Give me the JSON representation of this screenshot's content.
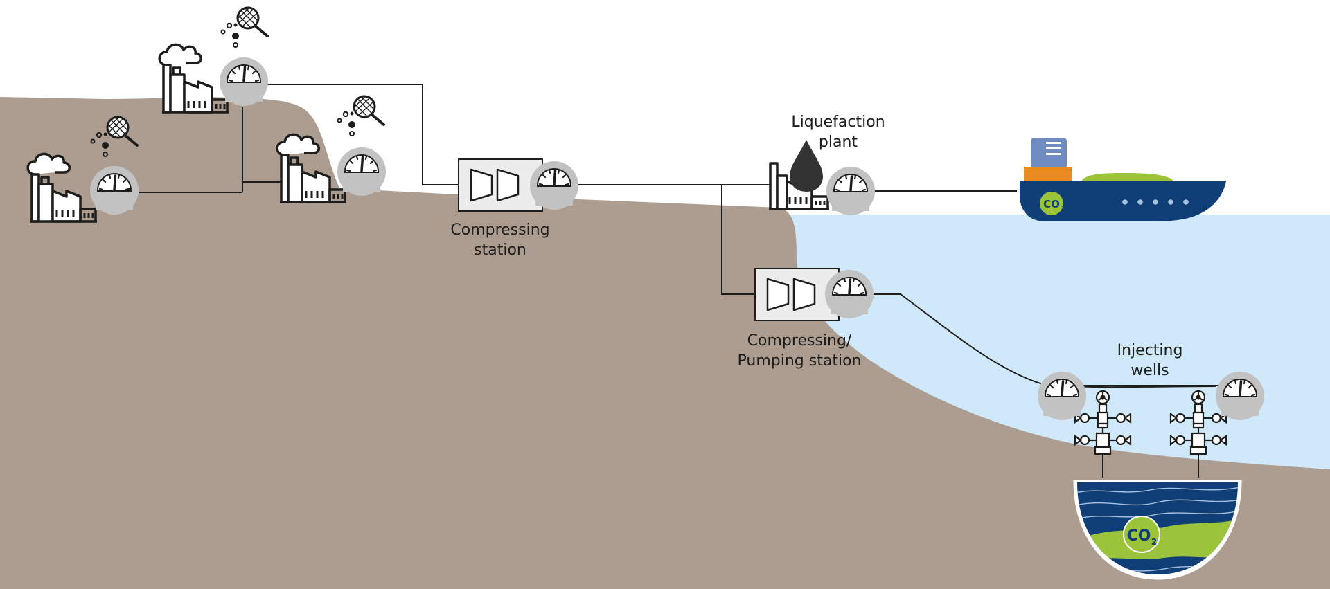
{
  "diagram": {
    "labels": {
      "compressing_station": [
        "Compressing",
        "station"
      ],
      "liquefaction_plant": [
        "Liquefaction",
        "plant"
      ],
      "pumping_station": [
        "Compressing/",
        "Pumping station"
      ],
      "injecting_wells": [
        "Injecting",
        "wells"
      ]
    },
    "co2_label": "CO",
    "co2_subscript": "2"
  },
  "colors": {
    "ground": "#ad9d91",
    "sea": "#cfe9fa",
    "gauge": "#c2c2c2",
    "line": "#1d1d1b",
    "ship_hull": "#0f3f76",
    "ship_green": "#9cc43a",
    "ship_orange": "#ea8a23",
    "ship_container": "#6f8bbf",
    "reservoir_blue": "#0f3f76",
    "reservoir_green": "#9cc43a"
  }
}
